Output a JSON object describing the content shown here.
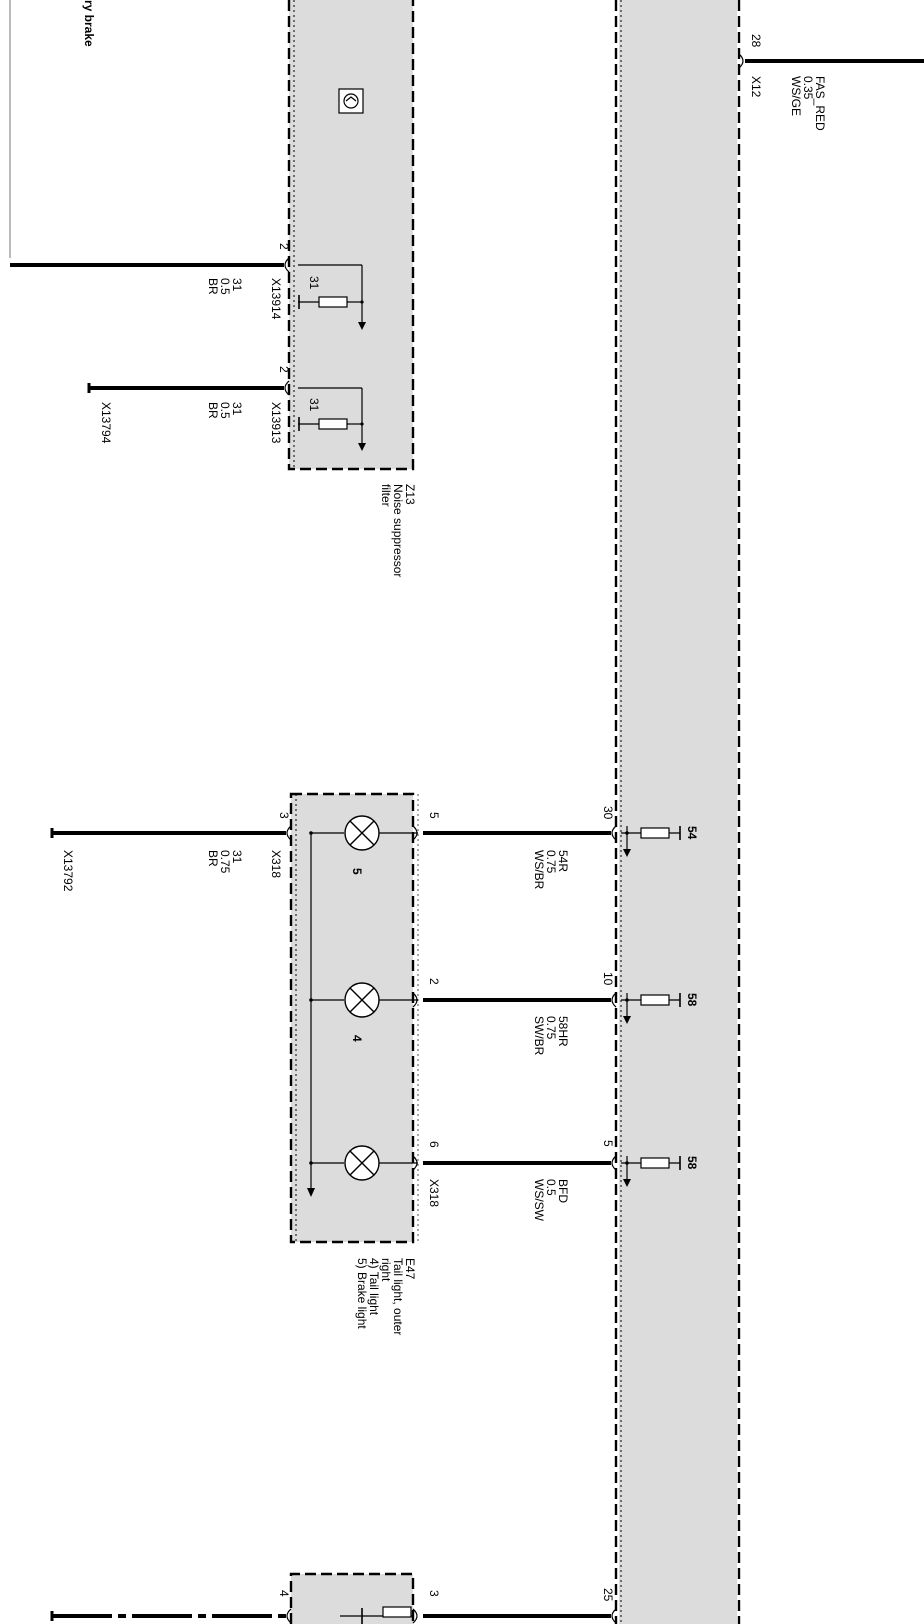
{
  "partial_labels": {
    "brake": "ry brake"
  },
  "modules": {
    "z13": {
      "id": "Z13",
      "name": "Noise suppressor filter",
      "name_lines": [
        "Noise suppressor",
        "filter"
      ]
    },
    "e47": {
      "id": "E47",
      "name_lines": [
        "Tail light, outer",
        "right",
        "4) Tail light",
        "5) Brake light"
      ]
    }
  },
  "connectors": {
    "x12": "X12",
    "x13914": "X13914",
    "x13913": "X13913",
    "x13794": "X13794",
    "x13792": "X13792",
    "x318_top": "X318",
    "x318_bottom": "X318"
  },
  "wires": {
    "fas_red": {
      "signal": "FAS_RED",
      "gauge": "0.35",
      "color": "WS/GE",
      "pin": "28"
    },
    "w_x13914": {
      "signal": "31",
      "gauge": "0.5",
      "color": "BR",
      "pin": "2",
      "inner_pin": "31"
    },
    "w_x13913": {
      "signal": "31",
      "gauge": "0.5",
      "color": "BR",
      "pin": "2",
      "inner_pin": "31"
    },
    "w_54r": {
      "signal": "54R",
      "gauge": "0.75",
      "color": "WS/BR",
      "pin_module": "30",
      "pin_light": "5",
      "term": "54"
    },
    "w_58hr": {
      "signal": "58HR",
      "gauge": "0.75",
      "color": "SW/BR",
      "pin_module": "10",
      "pin_light": "2",
      "term": "58"
    },
    "w_bfd": {
      "signal": "BFD",
      "gauge": "0.5",
      "color": "WS/SW",
      "pin_module": "5",
      "pin_light": "6",
      "term": "58"
    },
    "w_ground": {
      "signal": "31",
      "gauge": "0.75",
      "color": "BR",
      "pin": "3"
    }
  },
  "bulbs": {
    "b5": "5",
    "b4": "4"
  },
  "bottom_pins": {
    "left": "4",
    "mid": "3",
    "module": "25"
  }
}
